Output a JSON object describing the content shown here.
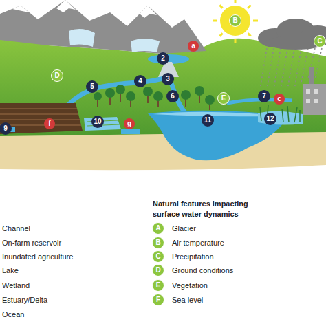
{
  "diagram": {
    "labels": [
      "B",
      "C",
      "a",
      "2",
      "D",
      "3",
      "4",
      "5",
      "6",
      "E",
      "7",
      "c",
      "11",
      "12",
      "9",
      "f",
      "10",
      "g",
      "Natural features impacting surface water dynamics",
      "A",
      "B",
      "C",
      "D",
      "E",
      "F"
    ],
    "legend": [
      {
        "text": "Channel"
      },
      {
        "text": "On-farm reservoir"
      },
      {
        "text": "Inundated agriculture"
      },
      {
        "text": "Lake"
      },
      {
        "text": "Wetland"
      },
      {
        "text": "Estuary/Delta"
      },
      {
        "text": "Ocean"
      },
      {
        "text": "Glacier"
      },
      {
        "text": "Air temperature"
      },
      {
        "text": "Precipitation"
      },
      {
        "text": "Ground conditions"
      },
      {
        "text": "Vegetation"
      },
      {
        "text": "Sea level"
      }
    ]
  }
}
